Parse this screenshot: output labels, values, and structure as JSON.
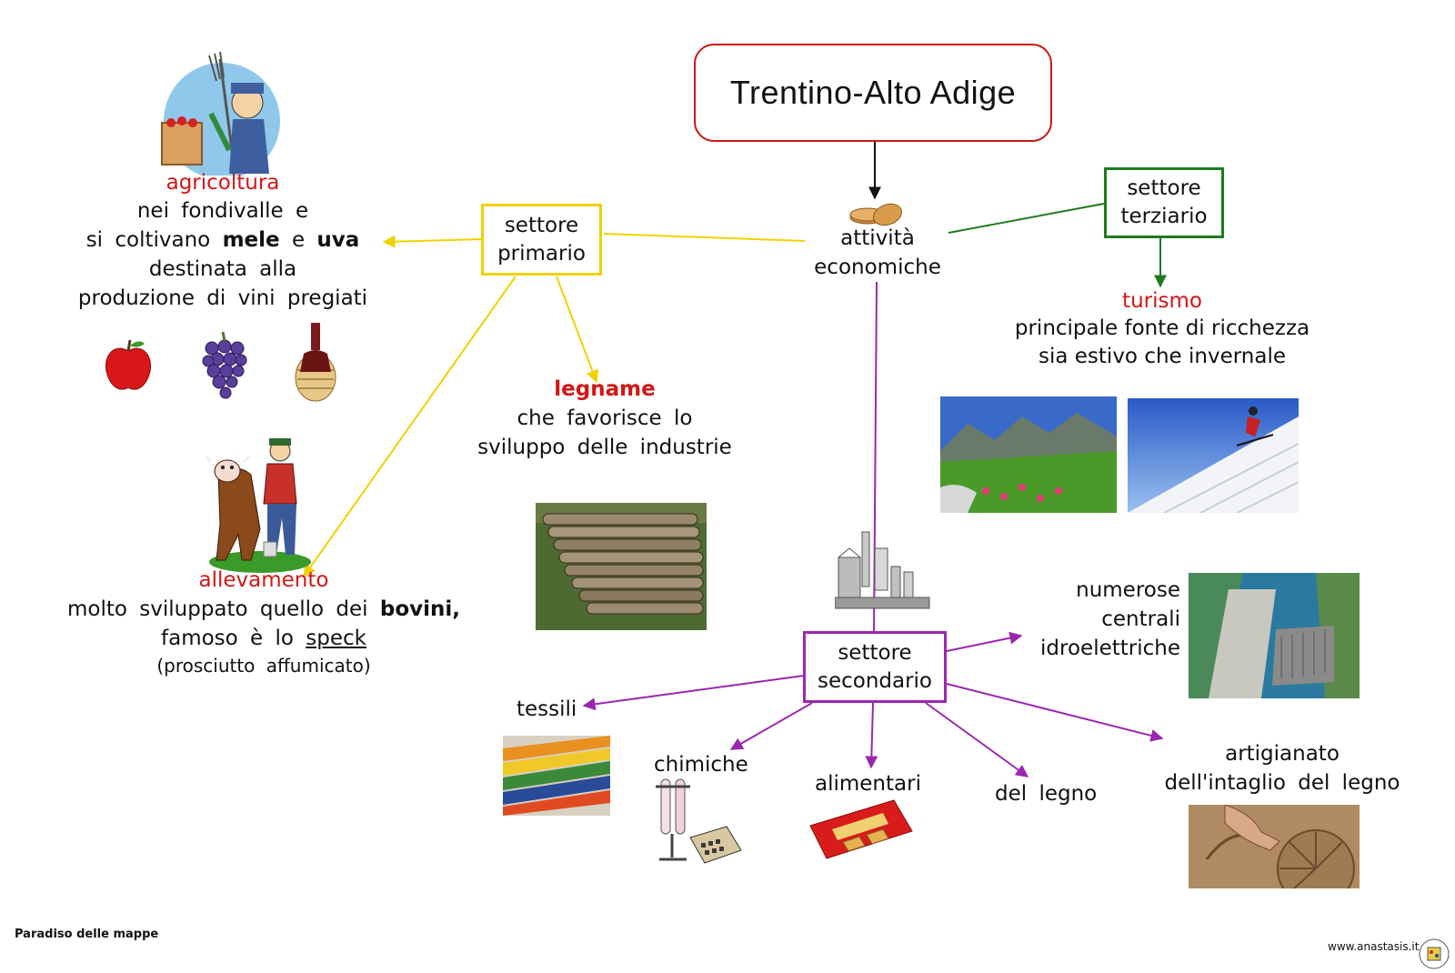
{
  "title": "Trentino-Alto Adige",
  "center_node": {
    "line1": "attività",
    "line2": "economiche"
  },
  "primary": {
    "box": {
      "line1": "settore",
      "line2": "primario"
    },
    "agricoltura": {
      "heading": "agricoltura",
      "line1": "nei  fondivalle  e",
      "line2_pre": "si  coltivano",
      "line2_bold1": "mele",
      "line2_mid": "e",
      "line2_bold2": "uva",
      "line3": "destinata  alla",
      "line4": "produzione  di  vini  pregiati",
      "icons": [
        "apple-icon",
        "grapes-icon",
        "wine-flask-icon"
      ]
    },
    "legname": {
      "heading": "legname",
      "line1": "che  favorisce  lo",
      "line2": "sviluppo  delle  industrie"
    },
    "allevamento": {
      "heading": "allevamento",
      "line1_pre": "molto  sviluppato  quello  dei",
      "line1_bold": "bovini,",
      "line2_pre": "famoso  è  lo",
      "line2_underline": "speck",
      "line3": "(prosciutto  affumicato)"
    }
  },
  "tertiary": {
    "box": {
      "line1": "settore",
      "line2": "terziario"
    },
    "heading": "turismo",
    "line1": "principale fonte di ricchezza",
    "line2": "sia estivo che invernale"
  },
  "secondary": {
    "box": {
      "line1": "settore",
      "line2": "secondario"
    },
    "centrali": {
      "line1": "numerose",
      "line2": "centrali",
      "line3": "idroelettriche"
    },
    "tessili": "tessili",
    "chimiche": "chimiche",
    "alimentari": "alimentari",
    "legno": "del  legno",
    "artigianato": {
      "line1": "artigianato",
      "line2": "dell'intaglio  del  legno"
    }
  },
  "footer": {
    "left": "Paradiso delle mappe",
    "right": "www.anastasis.it"
  },
  "colors": {
    "title_border": "#d01515",
    "primary": "#f0d200",
    "tertiary": "#1f7a1f",
    "secondary": "#9a27b0",
    "heading": "#d01010"
  }
}
